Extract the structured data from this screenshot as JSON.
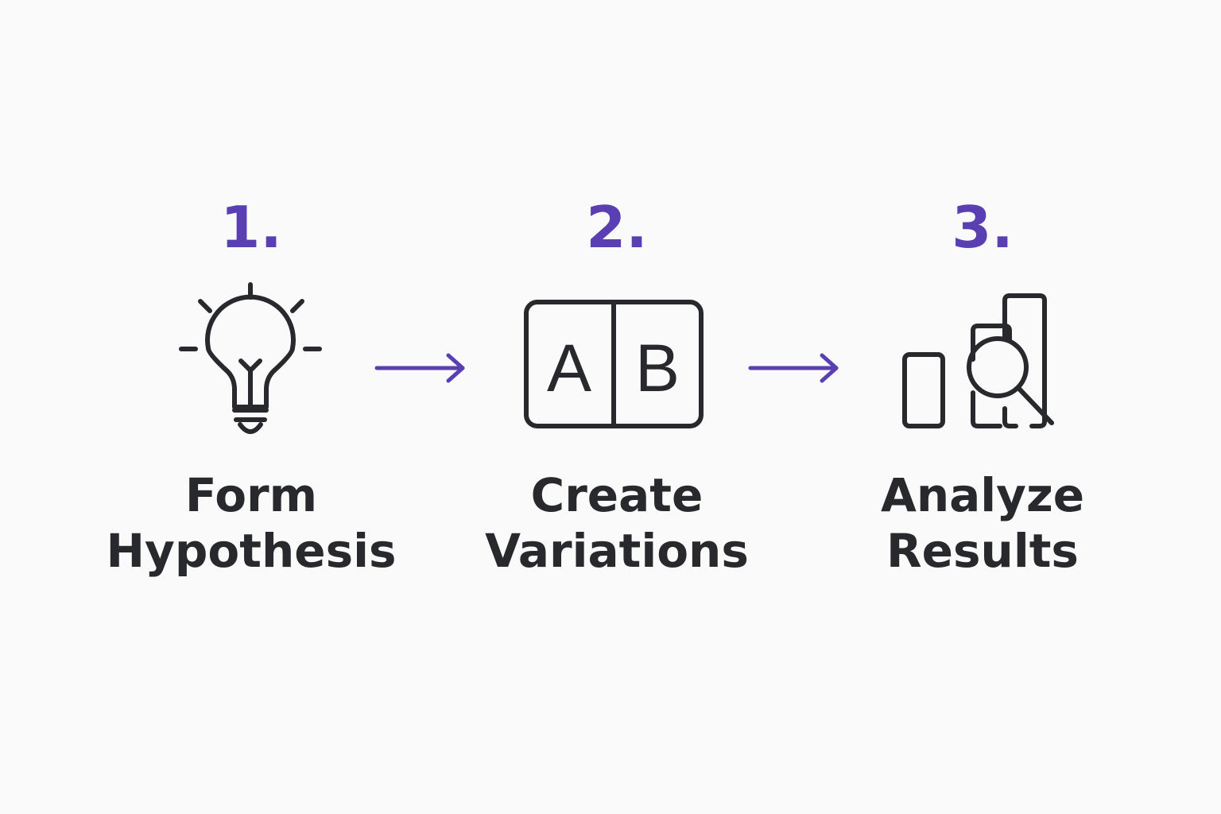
{
  "colors": {
    "accent": "#5a3fb3",
    "icon_stroke": "#27292d",
    "text": "#27292d",
    "background": "#fafafa"
  },
  "steps": [
    {
      "number": "1.",
      "label_line1": "Form",
      "label_line2": "Hypothesis",
      "icon": "lightbulb-icon"
    },
    {
      "number": "2.",
      "label_line1": "Create",
      "label_line2": "Variations",
      "icon": "ab-split-icon",
      "icon_text_a": "A",
      "icon_text_b": "B"
    },
    {
      "number": "3.",
      "label_line1": "Analyze",
      "label_line2": "Results",
      "icon": "bar-chart-magnifier-icon"
    }
  ],
  "arrows": [
    "arrow-right-icon",
    "arrow-right-icon"
  ]
}
